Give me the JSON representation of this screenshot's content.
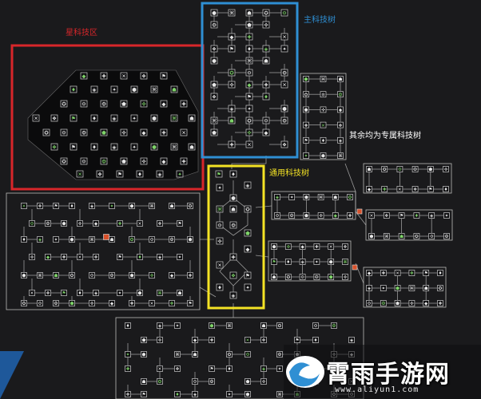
{
  "regions": {
    "star": {
      "label": "星科技区",
      "color": "#d8262a"
    },
    "main": {
      "label": "主科技树",
      "color": "#2f8fd3"
    },
    "common": {
      "label": "通用科技树",
      "color": "#f4e325"
    },
    "other": {
      "label": "其余均为专属科技树",
      "color": "#ffffff"
    }
  },
  "watermark": {
    "brand": "霄雨手游网",
    "url": "www.aliyun1.com",
    "accent": "#2f8fd3"
  },
  "theme": {
    "background": "#1a1a1c",
    "node_fill": "#0d0d0f",
    "node_border": "#cfcfcf",
    "line": "#9a9a9a",
    "panel_border": "#b9b9b9",
    "orange_node": "#d9512b",
    "green_icon": "#7fd36a"
  }
}
